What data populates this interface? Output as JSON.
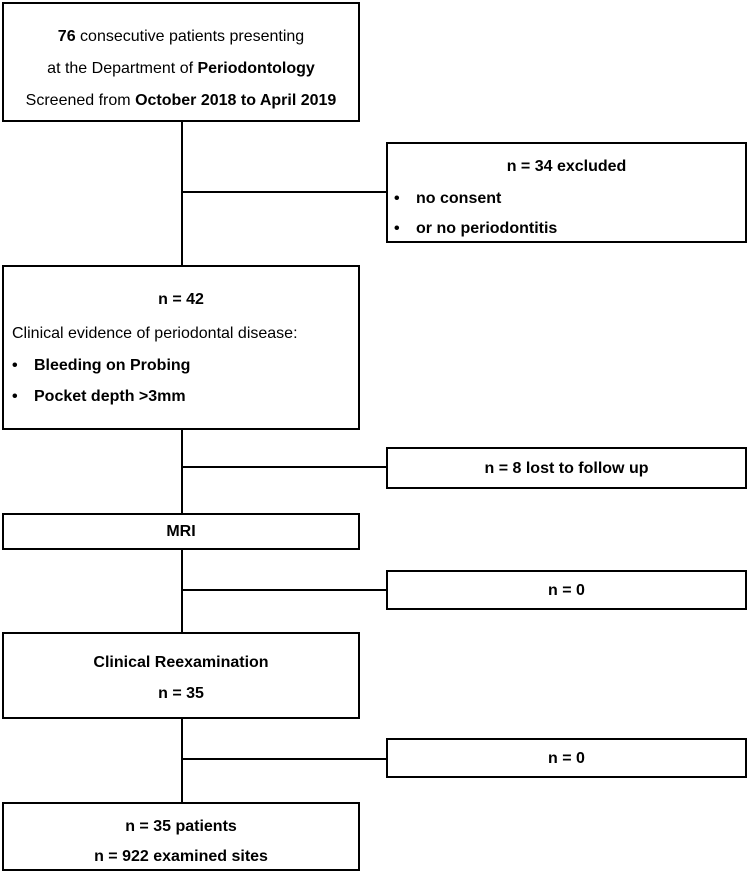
{
  "box1": {
    "line1_bold": "76",
    "line1_rest": " consecutive patients presenting",
    "line2_pre": "at the Department of ",
    "line2_bold": "Periodontology",
    "line3_pre": "Screened from ",
    "line3_bold": "October 2018 to April 2019"
  },
  "excluded": {
    "title": "n = 34 excluded",
    "bullets": [
      "no consent",
      "or no periodontitis"
    ]
  },
  "box2": {
    "title": "n = 42",
    "subtitle": "Clinical evidence of periodontal disease:",
    "bullets": [
      "Bleeding on Probing",
      "Pocket depth >3mm"
    ]
  },
  "lost": {
    "label": "n = 8 lost to follow up"
  },
  "mri": {
    "label": "MRI"
  },
  "side3": {
    "label": "n = 0"
  },
  "reexam": {
    "title": "Clinical Reexamination",
    "n": "n = 35"
  },
  "side4": {
    "label": "n = 0"
  },
  "final": {
    "line1": "n = 35 patients",
    "line2": "n = 922 examined sites"
  },
  "bullet_glyph": "•"
}
